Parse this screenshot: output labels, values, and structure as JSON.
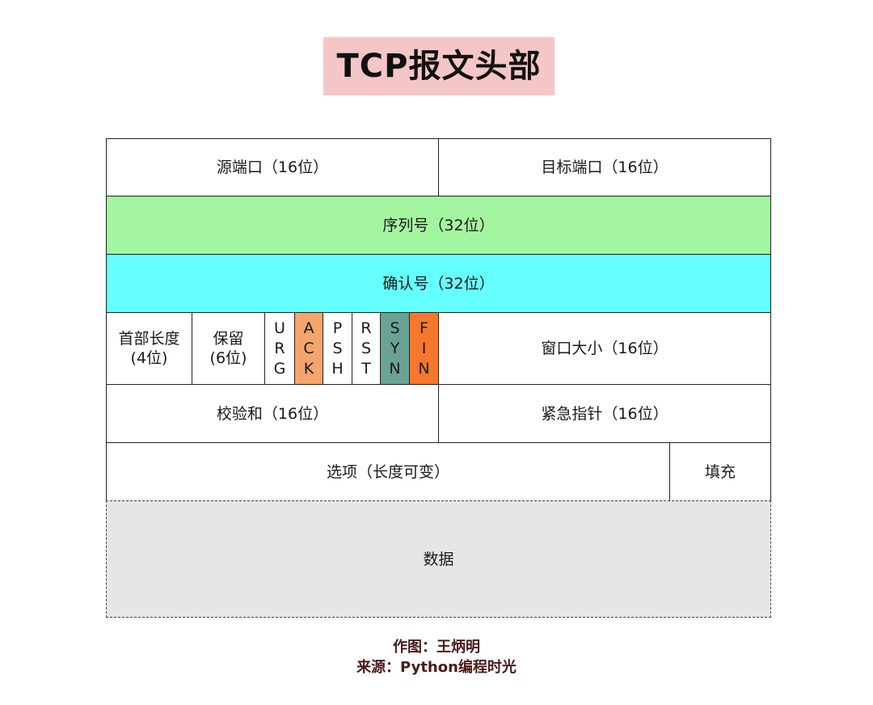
{
  "title": "TCP报文头部",
  "rows": {
    "source_port": "源端口（16位）",
    "dest_port": "目标端口（16位）",
    "seq": "序列号（32位）",
    "ack_num": "确认号（32位）",
    "header_len_1": "首部长度",
    "header_len_2": "(4位)",
    "reserved_1": "保留",
    "reserved_2": "(6位)",
    "window": "窗口大小（16位）",
    "checksum": "校验和（16位）",
    "urgent": "紧急指针（16位）",
    "options": "选项（长度可变）",
    "padding": "填充",
    "data": "数据"
  },
  "flags": [
    {
      "letters": [
        "U",
        "R",
        "G"
      ],
      "color": "#ffffff"
    },
    {
      "letters": [
        "A",
        "C",
        "K"
      ],
      "color": "#f4a46c"
    },
    {
      "letters": [
        "P",
        "S",
        "H"
      ],
      "color": "#ffffff"
    },
    {
      "letters": [
        "R",
        "S",
        "T"
      ],
      "color": "#ffffff"
    },
    {
      "letters": [
        "S",
        "Y",
        "N"
      ],
      "color": "#6aa296"
    },
    {
      "letters": [
        "F",
        "I",
        "N"
      ],
      "color": "#f7772d"
    }
  ],
  "colors": {
    "title_bg": "#f5c6c6",
    "seq_bg": "#a4f5a0",
    "ack_bg": "#66ffff",
    "data_bg": "#e6e6e6"
  },
  "credit": {
    "author": "作图：王炳明",
    "source": "来源：Python编程时光"
  }
}
